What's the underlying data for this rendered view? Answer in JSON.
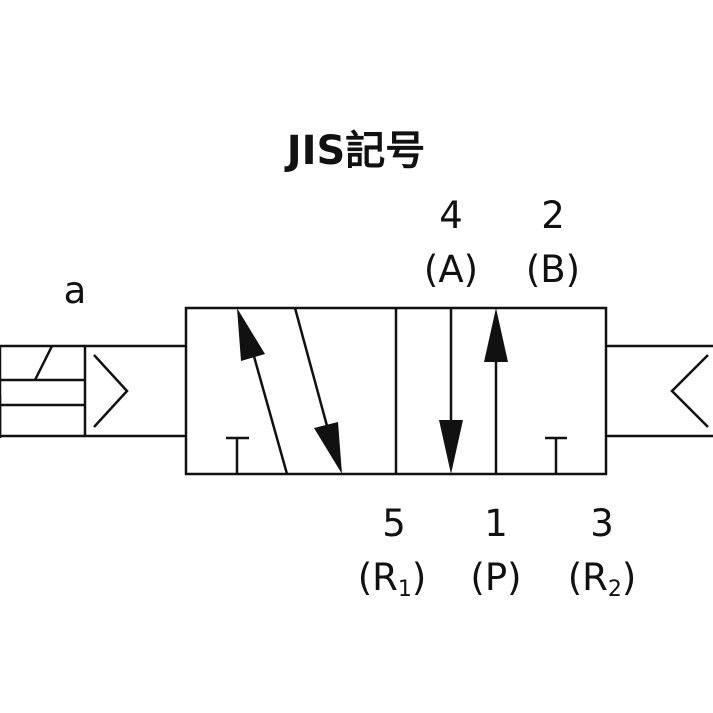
{
  "title": "JIS記号",
  "solenoid_label": "a",
  "ports": {
    "p4_number": "4",
    "p4_name": "(A)",
    "p2_number": "2",
    "p2_name": "(B)",
    "p5_number": "5",
    "p5_name_open": "(R",
    "p5_sub": "1",
    "p5_name_close": ")",
    "p1_number": "1",
    "p1_name": "(P)",
    "p3_number": "3",
    "p3_name_open": "(R",
    "p3_sub": "2",
    "p3_name_close": ")"
  }
}
